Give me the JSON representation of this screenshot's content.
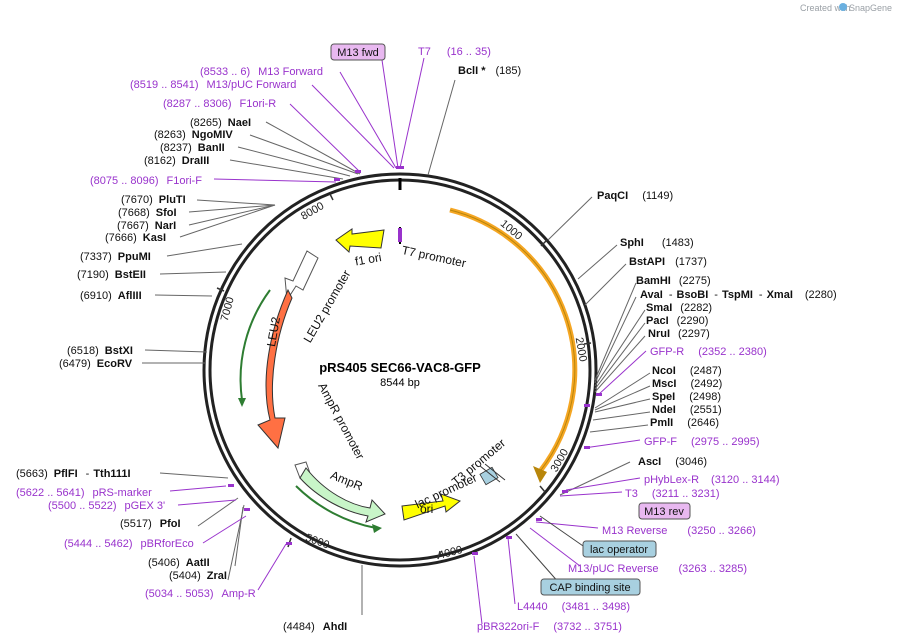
{
  "branding": {
    "created_by": "Created with",
    "app": "SnapGene"
  },
  "plasmid": {
    "name": "pRS405 SEC66-VAC8-GFP",
    "length_label": "8544 bp",
    "total_bp": 8544
  },
  "tick_labels": [
    "1000",
    "2000",
    "3000",
    "4000",
    "5000",
    "7000",
    "8000"
  ],
  "colors": {
    "primer": "#9933cc",
    "yellow": "#ffff00",
    "orange_arc": "#f5a623",
    "leu2": "#ff7043",
    "ampr": "#c8f5c8",
    "ori": "#ffff00",
    "misc_box": "#a8d0e0",
    "primer_box": "#e8b8f0"
  },
  "enzymes": {
    "bcli": {
      "name": "BclI *",
      "pos": "(185)"
    },
    "paqci": {
      "name": "PaqCI",
      "pos": "(1149)"
    },
    "sphi": {
      "name": "SphI",
      "pos": "(1483)"
    },
    "bstapi": {
      "name": "BstAPI",
      "pos": "(1737)"
    },
    "bamhi": {
      "name": "BamHI",
      "pos": "(2275)"
    },
    "ava": {
      "name": "AvaI",
      "sep1": "-",
      "name2": "BsoBI",
      "sep2": "-",
      "name3": "TspMI",
      "sep3": "-",
      "name4": "XmaI",
      "pos": "(2280)"
    },
    "smai": {
      "name": "SmaI",
      "pos": "(2282)"
    },
    "paci": {
      "name": "PacI",
      "pos": "(2290)"
    },
    "nrui": {
      "name": "NruI",
      "pos": "(2297)"
    },
    "ncoi": {
      "name": "NcoI",
      "pos": "(2487)"
    },
    "msci": {
      "name": "MscI",
      "pos": "(2492)"
    },
    "spei": {
      "name": "SpeI",
      "pos": "(2498)"
    },
    "ndei": {
      "name": "NdeI",
      "pos": "(2551)"
    },
    "pmli": {
      "name": "PmlI",
      "pos": "(2646)"
    },
    "asci": {
      "name": "AscI",
      "pos": "(3046)"
    },
    "ahdi": {
      "name": "AhdI",
      "pos": "(4484)"
    },
    "zrai": {
      "name": "ZraI",
      "pos": "(5404)"
    },
    "aatii": {
      "name": "AatII",
      "pos": "(5406)"
    },
    "pfoi": {
      "name": "PfoI",
      "pos": "(5517)"
    },
    "pflfi": {
      "name": "PflFI",
      "sep": "-",
      "name2": "Tth111I",
      "pos": "(5663)"
    },
    "ecorv": {
      "name": "EcoRV",
      "pos": "(6479)"
    },
    "bstxi": {
      "name": "BstXI",
      "pos": "(6518)"
    },
    "aflii": {
      "name": "AflIII",
      "pos": "(6910)"
    },
    "bsteii": {
      "name": "BstEII",
      "pos": "(7190)"
    },
    "ppumi": {
      "name": "PpuMI",
      "pos": "(7337)"
    },
    "kasi": {
      "name": "KasI",
      "pos": "(7666)"
    },
    "nari": {
      "name": "NarI",
      "pos": "(7667)"
    },
    "sfoi": {
      "name": "SfoI",
      "pos": "(7668)"
    },
    "pluti": {
      "name": "PluTI",
      "pos": "(7670)"
    },
    "draiii": {
      "name": "DraIII",
      "pos": "(8162)"
    },
    "banii": {
      "name": "BanII",
      "pos": "(8237)"
    },
    "ngomiv": {
      "name": "NgoMIV",
      "pos": "(8263)"
    },
    "naei": {
      "name": "NaeI",
      "pos": "(8265)"
    }
  },
  "primers": {
    "t7": {
      "name": "T7",
      "range": "(16 .. 35)"
    },
    "m13fwd_box": "M13 fwd",
    "m13forward": {
      "range": "(8533 .. 6)",
      "name": "M13 Forward"
    },
    "m13pucf": {
      "range": "(8519 .. 8541)",
      "name": "M13/pUC Forward"
    },
    "f1orir": {
      "range": "(8287 .. 8306)",
      "name": "F1ori-R"
    },
    "f1orif": {
      "range": "(8075 .. 8096)",
      "name": "F1ori-F"
    },
    "gfpr": {
      "name": "GFP-R",
      "range": "(2352 .. 2380)"
    },
    "gfpf": {
      "name": "GFP-F",
      "range": "(2975 .. 2995)"
    },
    "phyblex": {
      "name": "pHybLex-R",
      "range": "(3120 .. 3144)"
    },
    "t3": {
      "name": "T3",
      "range": "(3211 .. 3231)"
    },
    "m13rev_box": "M13 rev",
    "m13reverse": {
      "name": "M13 Reverse",
      "range": "(3250 .. 3266)"
    },
    "lacop_box": "lac operator",
    "m13pucrev": {
      "name": "M13/pUC Reverse",
      "range": "(3263 .. 3285)"
    },
    "cap_box": "CAP binding site",
    "l4440": {
      "name": "L4440",
      "range": "(3481 .. 3498)"
    },
    "pbr322": {
      "name": "pBR322ori-F",
      "range": "(3732 .. 3751)"
    },
    "ampr": {
      "range": "(5034 .. 5053)",
      "name": "Amp-R"
    },
    "pbrforeco": {
      "range": "(5444 .. 5462)",
      "name": "pBRforEco"
    },
    "pgex3": {
      "range": "(5500 .. 5522)",
      "name": "pGEX 3'"
    },
    "prsmarker": {
      "range": "(5622 .. 5641)",
      "name": "pRS-marker"
    }
  },
  "features": {
    "f1ori": "f1 ori",
    "t7promoter": "T7 promoter",
    "leu2promoter": "LEU2 promoter",
    "leu2": "LEU2",
    "amprpromoter": "AmpR promoter",
    "ampr": "AmpR",
    "ori": "ori",
    "lacpromoter": "lac promoter",
    "t3promoter": "T3 promoter"
  }
}
